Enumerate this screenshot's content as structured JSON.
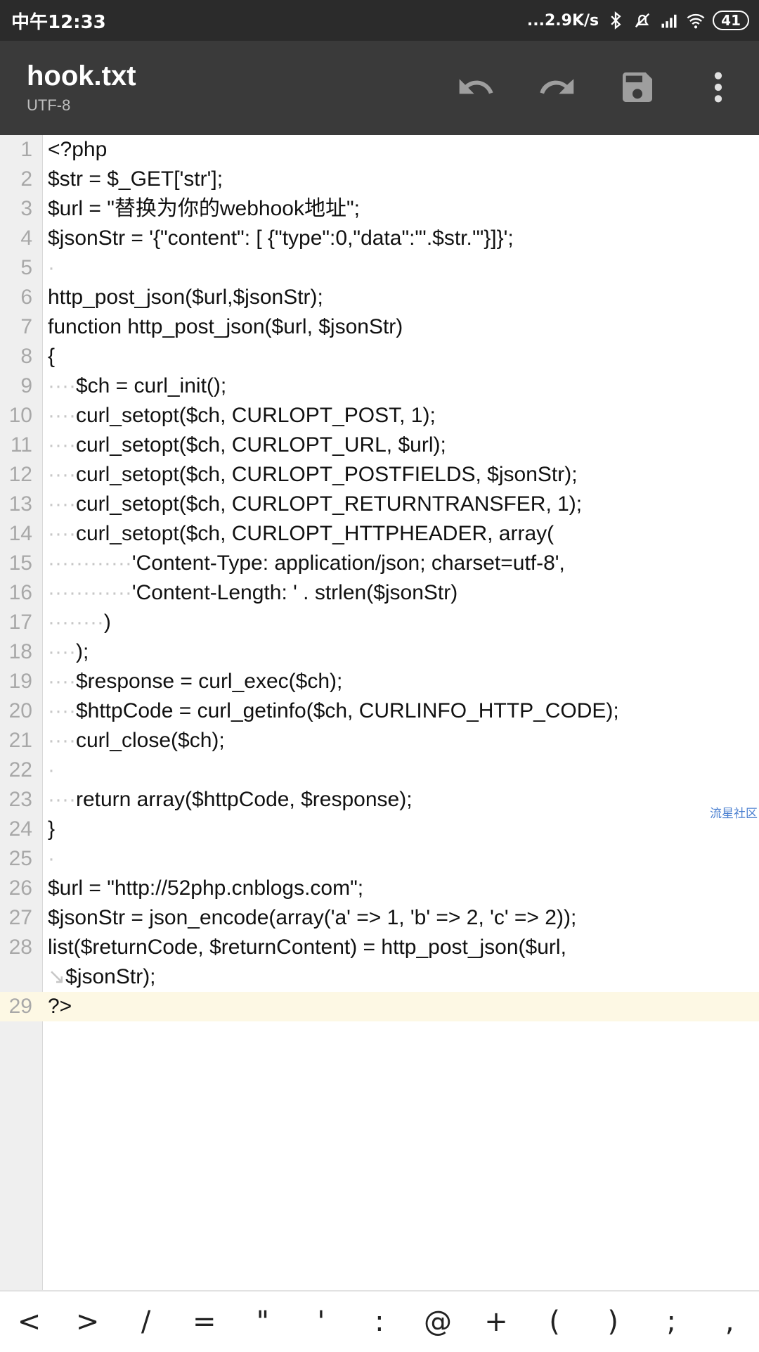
{
  "status": {
    "time": "中午12:33",
    "net_speed": "...2.9K/s",
    "battery": "41",
    "icons": [
      "bluetooth-icon",
      "mute-icon",
      "hd-signal-icon",
      "wifi-icon",
      "battery-icon"
    ]
  },
  "toolbar": {
    "title": "hook.txt",
    "encoding": "UTF-8",
    "icons": [
      "undo-icon",
      "redo-icon",
      "save-icon",
      "more-vert-icon"
    ]
  },
  "editor": {
    "current_line": 29,
    "lines": [
      {
        "n": "1",
        "indent": "",
        "code": "<?php"
      },
      {
        "n": "2",
        "indent": "",
        "code": "$str = $_GET['str'];"
      },
      {
        "n": "3",
        "indent": "",
        "code": "$url = \"替换为你的webhook地址\";"
      },
      {
        "n": "4",
        "indent": "",
        "code": "$jsonStr = '{\"content\": [ {\"type\":0,\"data\":\"'.$str.'\"}]}';"
      },
      {
        "n": "5",
        "indent": "·",
        "code": ""
      },
      {
        "n": "6",
        "indent": "",
        "code": "http_post_json($url,$jsonStr);"
      },
      {
        "n": "7",
        "indent": "",
        "code": "function http_post_json($url, $jsonStr)"
      },
      {
        "n": "8",
        "indent": "",
        "code": "{"
      },
      {
        "n": "9",
        "indent": "····",
        "code": "$ch = curl_init();"
      },
      {
        "n": "10",
        "indent": "····",
        "code": "curl_setopt($ch, CURLOPT_POST, 1);"
      },
      {
        "n": "11",
        "indent": "····",
        "code": "curl_setopt($ch, CURLOPT_URL, $url);"
      },
      {
        "n": "12",
        "indent": "····",
        "code": "curl_setopt($ch, CURLOPT_POSTFIELDS, $jsonStr);"
      },
      {
        "n": "13",
        "indent": "····",
        "code": "curl_setopt($ch, CURLOPT_RETURNTRANSFER, 1);"
      },
      {
        "n": "14",
        "indent": "····",
        "code": "curl_setopt($ch, CURLOPT_HTTPHEADER, array("
      },
      {
        "n": "15",
        "indent": "············",
        "code": "'Content-Type: application/json; charset=utf-8',"
      },
      {
        "n": "16",
        "indent": "············",
        "code": "'Content-Length: ' . strlen($jsonStr)"
      },
      {
        "n": "17",
        "indent": "········",
        "code": ")"
      },
      {
        "n": "18",
        "indent": "····",
        "code": ");"
      },
      {
        "n": "19",
        "indent": "····",
        "code": "$response = curl_exec($ch);"
      },
      {
        "n": "20",
        "indent": "····",
        "code": "$httpCode = curl_getinfo($ch, CURLINFO_HTTP_CODE);"
      },
      {
        "n": "21",
        "indent": "····",
        "code": "curl_close($ch);"
      },
      {
        "n": "22",
        "indent": "·",
        "code": ""
      },
      {
        "n": "23",
        "indent": "····",
        "code": "return array($httpCode, $response);"
      },
      {
        "n": "24",
        "indent": "",
        "code": "}"
      },
      {
        "n": "25",
        "indent": "·",
        "code": ""
      },
      {
        "n": "26",
        "indent": "",
        "code": "$url = \"http://52php.cnblogs.com\";"
      },
      {
        "n": "27",
        "indent": "",
        "code": "$jsonStr = json_encode(array('a' => 1, 'b' => 2, 'c' => 2));"
      },
      {
        "n": "28",
        "indent": "",
        "code": "list($returnCode, $returnContent) = http_post_json($url,"
      },
      {
        "n": "",
        "indent": "↘",
        "code": "$jsonStr);"
      },
      {
        "n": "29",
        "indent": "",
        "code": "?>"
      }
    ]
  },
  "watermark": "流星社区",
  "symbols": [
    "<",
    ">",
    "/",
    "=",
    "\"",
    "'",
    ":",
    "@",
    "+",
    "(",
    ")",
    ";",
    ","
  ]
}
